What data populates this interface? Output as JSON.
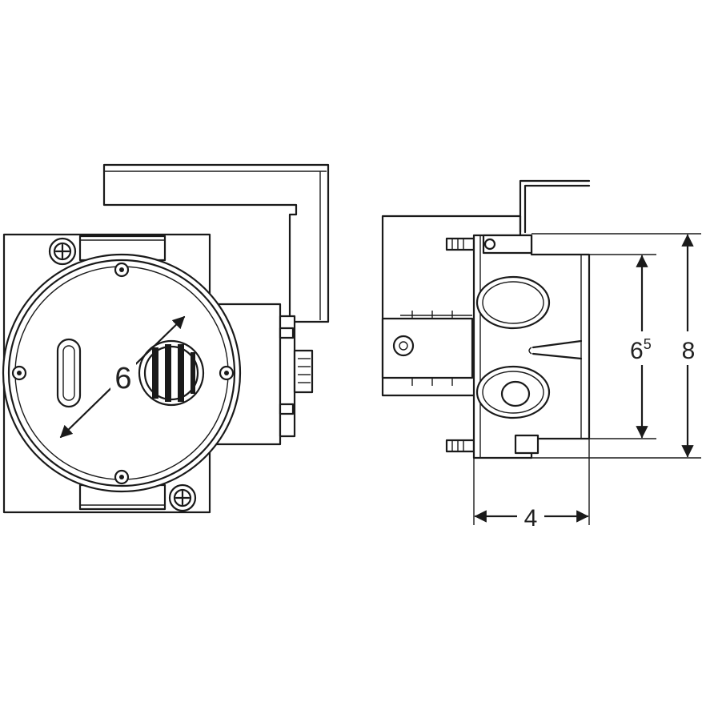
{
  "dimensions": {
    "diameter": "6",
    "inner_height_main": "6",
    "inner_height_sup": "5",
    "outer_height": "8",
    "depth": "4"
  }
}
